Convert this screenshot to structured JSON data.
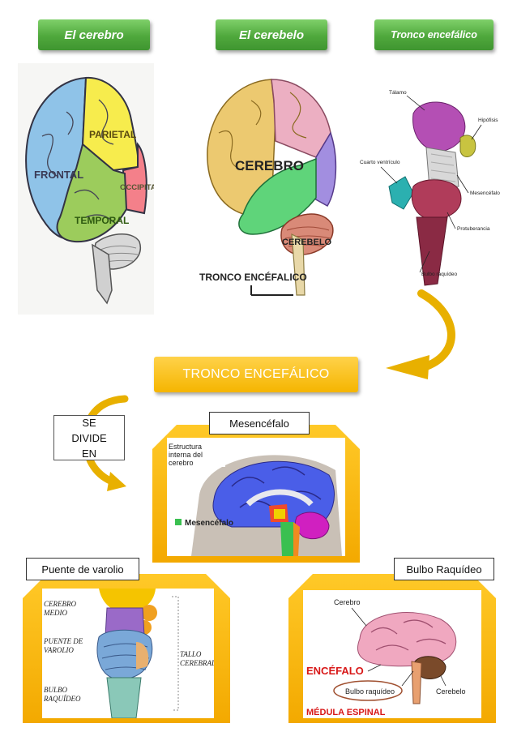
{
  "headers": {
    "cerebro": "El cerebro",
    "cerebelo": "El cerebelo",
    "tronco": "Tronco encefálico"
  },
  "brain_lobes": {
    "frontal": "FRONTAL",
    "parietal": "PARIETAL",
    "temporal": "TEMPORAL",
    "occipital": "OCCIPITAL"
  },
  "brain_parts": {
    "cerebro": "CEREBRO",
    "cerebelo": "CEREBELO",
    "tronco": "TRONCO ENCÉFALICO"
  },
  "stem_labels": {
    "talamo": "Tálamo",
    "hipofisis": "Hipófisis",
    "cuarto_ventriculo": "Cuarto ventrículo",
    "mesencefalo": "Mesencéfalo",
    "protuberancia": "Protuberancia",
    "bulbo": "Bulbo raquídeo"
  },
  "main_title": "TRONCO ENCEFÁLICO",
  "divide_text": "SE DIVIDE EN",
  "sections": {
    "mesencefalo": "Mesencéfalo",
    "puente": "Puente de varolio",
    "bulbo": "Bulbo Raquídeo"
  },
  "mesencefalo_image": {
    "caption": "Estructura interna del cerebro",
    "legend": "Mesencéfalo"
  },
  "puente_image": {
    "cerebro_medio": "CEREBRO MEDIO",
    "puente": "PUENTE DE VAROLIO",
    "bulbo": "BULBO RAQUÍDEO",
    "tallo": "TALLO CEREBRAL"
  },
  "bulbo_image": {
    "cerebro": "Cerebro",
    "encefalo": "ENCÉFALO",
    "bulbo": "Bulbo raquídeo",
    "cerebelo": "Cerebelo",
    "medula": "MÉDULA ESPINAL"
  },
  "colors": {
    "green": "#4fa83c",
    "yellow": "#f5b500",
    "arrow": "#e8b000"
  }
}
